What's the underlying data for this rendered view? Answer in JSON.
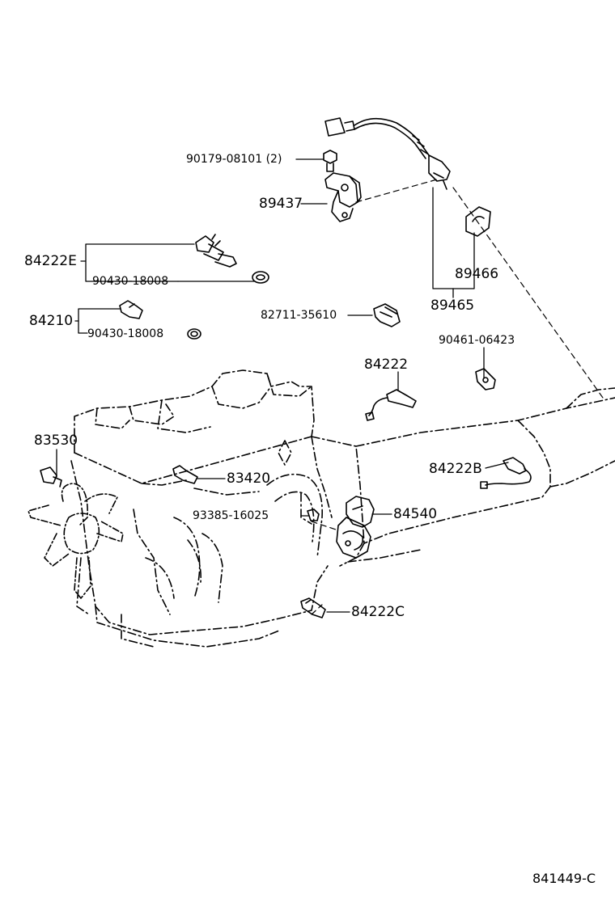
{
  "diagram": {
    "line_color": "#000000",
    "background_color": "#ffffff",
    "labels": {
      "p90179": "90179-08101 (2)",
      "p89437": "89437",
      "p84222E": "84222E",
      "p90430a": "90430-18008",
      "p84210": "84210",
      "p90430b": "90430-18008",
      "p89466": "89466",
      "p89465": "89465",
      "p82711": "82711-35610",
      "p90461": "90461-06423",
      "p84222": "84222",
      "p83530": "83530",
      "p83420": "83420",
      "p84222B": "84222B",
      "p93385": "93385-16025",
      "p84540": "84540",
      "p84222C": "84222C"
    },
    "reference_number": "841449-C"
  }
}
